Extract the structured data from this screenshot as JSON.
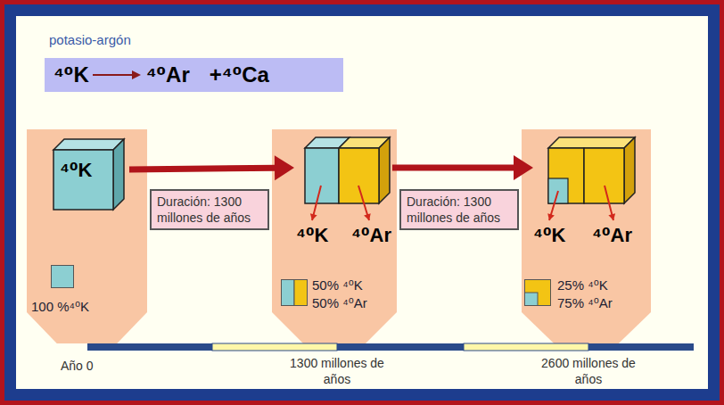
{
  "diagram": {
    "title": "potasio-argón",
    "nodes": [
      {
        "text": [
          "⁴⁰K",
          "⁴⁰Ar",
          "+⁴⁰Ca"
        ]
      },
      {
        "text": [
          "100 %⁴⁰K"
        ]
      },
      {
        "text": [
          "⁴⁰K"
        ],
        "in": 1
      },
      {
        "text": [
          "Duración: 1300 millones de años"
        ]
      },
      {
        "text": [
          "50% ⁴⁰K",
          "50% ⁴⁰Ar"
        ]
      },
      {
        "text": [
          "⁴⁰K",
          "⁴⁰Ar"
        ],
        "in": 4
      },
      {
        "text": [
          "Duración: 1300 millones de años"
        ]
      },
      {
        "text": [
          "25% ⁴⁰K",
          "75% ⁴⁰Ar"
        ]
      },
      {
        "text": [
          "⁴⁰K",
          "⁴⁰Ar"
        ],
        "in": 7
      }
    ],
    "edges": [
      {
        "from": 2,
        "to": 5,
        "arrow": "to"
      },
      {
        "from": 5,
        "to": 8,
        "arrow": "to"
      }
    ],
    "labels": [
      "Año 0",
      "1300 millones de años",
      "2600 millones de años"
    ]
  }
}
